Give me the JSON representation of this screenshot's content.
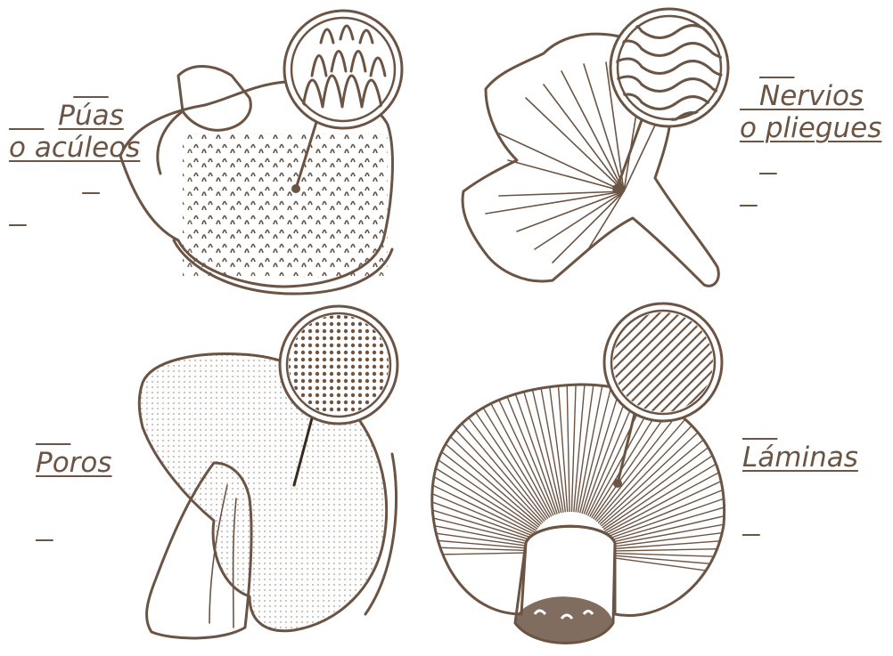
{
  "colors": {
    "ink": "#6b5443",
    "pore_cap": "#7d6756",
    "background": "#ffffff"
  },
  "labels": {
    "spines": {
      "line1": "Púas",
      "line2": "o acúleos"
    },
    "ridges": {
      "line1": "Nervios",
      "line2": "o pliegues"
    },
    "pores": {
      "line1": "Poros"
    },
    "gills": {
      "line1": "Láminas"
    }
  },
  "icons": {
    "spines": "spines-magnifier-icon",
    "ridges": "ridges-magnifier-icon",
    "pores": "pores-magnifier-icon",
    "gills": "gills-magnifier-icon"
  }
}
